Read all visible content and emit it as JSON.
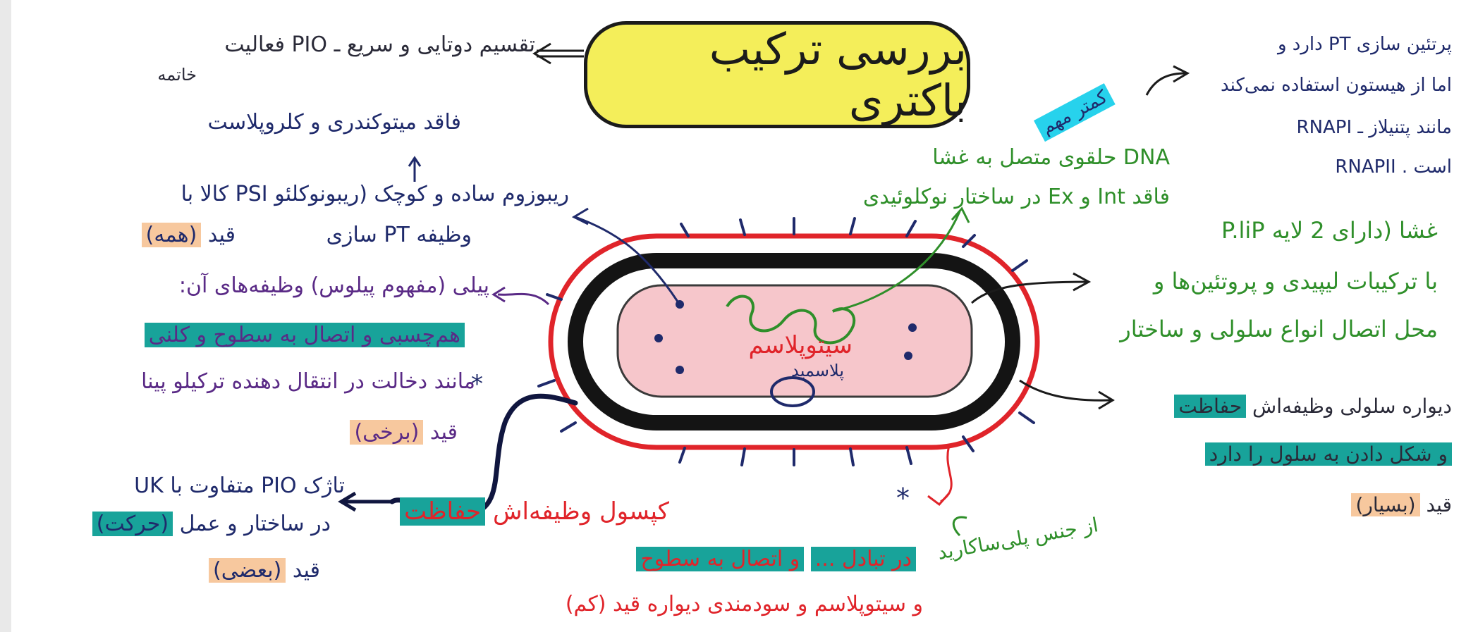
{
  "title": "بررسی ترکیب باکتری",
  "top_left": {
    "line1": "تقسیم دوتایی و سریع ـ PIO فعالیت",
    "line2": "خاتمه"
  },
  "cell_labels": {
    "cytoplasm": "سیتوپلاسم",
    "plasmid": "پلاسمید"
  },
  "left_notes": {
    "plastid_note": "فاقد میتوکندری و کلروپلاست",
    "ribosome_line1": "ریبوزوم ساده و کوچک (ریبونوکلئو PSI کالا با",
    "ribosome_line2": "وظیفه PT سازی",
    "ribosome_tag_prefix": "قید",
    "ribosome_tag": "(همه)",
    "pili_line1": "پیلی (مفهوم پیلوس) وظیفه‌های آن:",
    "pili_line2": "هم‌چسبی و اتصال به سطوح و کلنی",
    "pili_line3": "مانند دخالت در انتقال دهنده ترکیلو پینا",
    "pili_tag_prefix": "قید",
    "pili_tag": "(برخی)",
    "flagella_line1": "تاژک PIO متفاوت با UK",
    "flagella_line2": "در ساختار و عمل",
    "flagella_highlight": "(حرکت)",
    "flagella_tag_prefix": "قید",
    "flagella_tag": "(بعضی)"
  },
  "top_right": {
    "line1": "پرتئین سازی PT دارد و",
    "line2": "اما از هیستون استفاده نمی‌کند",
    "line3": "مانند پتنیلاز ـ RNAPI",
    "line4": "است . RNAPII",
    "highlight": "کمتر مهم"
  },
  "dna_note": {
    "line1": "DNA حلقوی متصل به غشا",
    "line2": "فاقد Int و Ex در ساختار نوکلوئیدی"
  },
  "membrane_note": {
    "line1": "غشا (دارای 2 لایه P.liP",
    "line2": "با ترکیبات لیپیدی و پروتئین‌ها و",
    "line3": "محل اتصال انواع سلولی و ساختار",
    "line4": ""
  },
  "wall_note": {
    "line1": "دیواره سلولی وظیفه‌اش",
    "line1_highlight": "حفاظت",
    "line2": "و شکل دادن به سلول را دارد",
    "tag_prefix": "قید",
    "tag": "(بسیار)"
  },
  "capsule_note": {
    "line1": "کپسول وظیفه‌اش",
    "line1_highlight": "حفاظت",
    "line2": "در تبادل ...",
    "line2_highlight": "و اتصال به سطوح",
    "line3": "و سیتوپلاسم و سودمندی دیواره قید (کم)",
    "side_note": "از جنس پلی‌ساکارید"
  }
}
